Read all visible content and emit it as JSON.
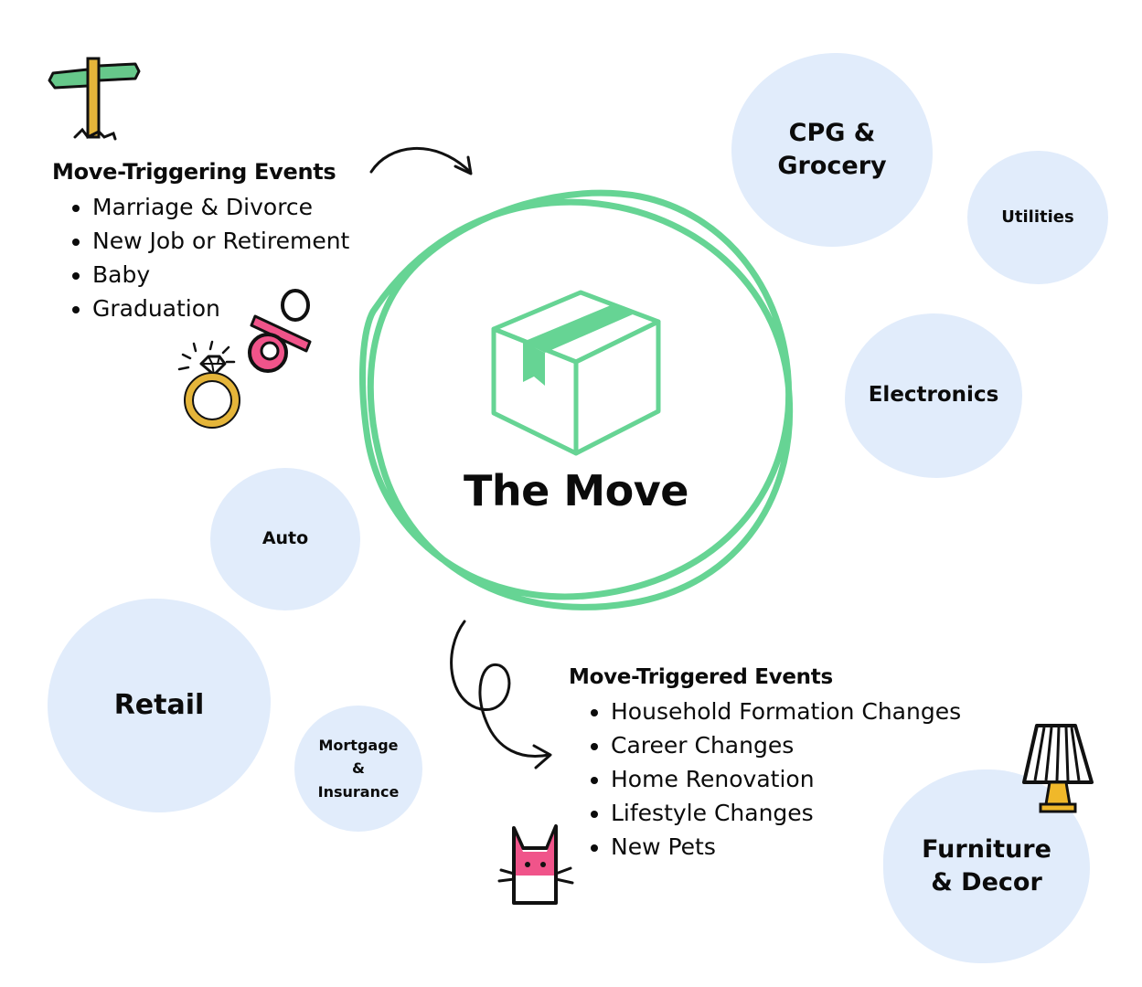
{
  "center": {
    "title": "The Move"
  },
  "triggering": {
    "heading": "Move-Triggering Events",
    "items": [
      "Marriage & Divorce",
      "New Job or Retirement",
      "Baby",
      "Graduation"
    ]
  },
  "triggered": {
    "heading": "Move-Triggered Events",
    "items": [
      "Household Formation Changes",
      "Career Changes",
      "Home Renovation",
      "Lifestyle Changes",
      "New Pets"
    ]
  },
  "categories": {
    "cpg": "CPG &\nGrocery",
    "utilities": "Utilities",
    "electronics": "Electronics",
    "auto": "Auto",
    "retail": "Retail",
    "mortgage": "Mortgage\n&\nInsurance",
    "furniture": "Furniture\n& Decor"
  },
  "colors": {
    "accent_green": "#66d494",
    "blob_blue": "#e1ecfb",
    "pink": "#f0548a",
    "gold": "#e5b53a"
  },
  "icons": [
    "signpost-icon",
    "pacifier-icon",
    "diamond-ring-icon",
    "box-icon",
    "lamp-icon",
    "cat-icon",
    "curved-arrow-icon",
    "loop-arrow-icon"
  ]
}
